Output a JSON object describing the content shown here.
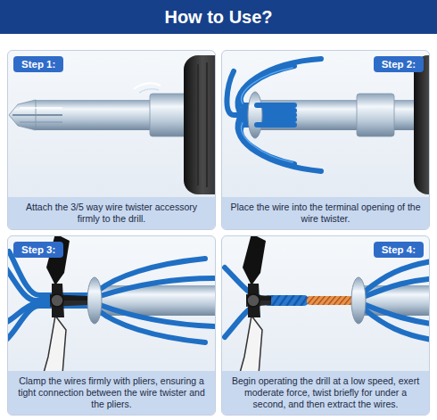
{
  "diagram": {
    "title": "How to Use?",
    "nodes": [
      {
        "text": [
          "Step 1:",
          "Attach the 3/5 way wire twister accessory firmly to the drill."
        ]
      },
      {
        "text": [
          "Step 2:",
          "Place the wire into the terminal opening of the wire twister."
        ]
      },
      {
        "text": [
          "Step 3:",
          "Clamp the wires firmly with pliers, ensuring a tight connection between the wire twister and the pliers."
        ]
      },
      {
        "text": [
          "Step 4:",
          "Begin operating the drill at a low speed, exert moderate force, twist briefly for under a second, and then extract the wires."
        ]
      }
    ]
  }
}
